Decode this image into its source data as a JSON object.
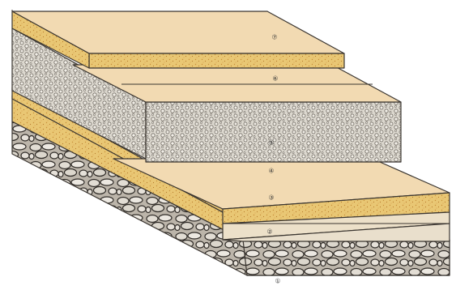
{
  "layers": [
    {
      "id": "subgrade",
      "number": "①",
      "fill": "#e6e3df"
    },
    {
      "id": "rubble-base",
      "number": "②",
      "fill": "#cfc9c0"
    },
    {
      "id": "sand-cushion",
      "number": "③",
      "fill": "#e8c77a"
    },
    {
      "id": "surface-smooth-a",
      "number": "④",
      "fill": "#f1d6ac"
    },
    {
      "id": "surface-smooth-b",
      "number": "⑤",
      "fill": "#f1d6ac"
    },
    {
      "id": "gravel-concrete",
      "number": "⑥",
      "fill": "#d7d3c8"
    },
    {
      "id": "gravel-concrete-top",
      "number": "⑥",
      "fill": "#ead6bd"
    },
    {
      "id": "top-slab",
      "number": "⑦",
      "fill": "#f0d8ae"
    }
  ],
  "colors": {
    "outline": "#3a3530",
    "stone_fill": "#d9d4cc",
    "pebble_fill": "#e7e4dd",
    "sand_fill": "#e7c36c",
    "surface_fill": "#f2dab2"
  }
}
